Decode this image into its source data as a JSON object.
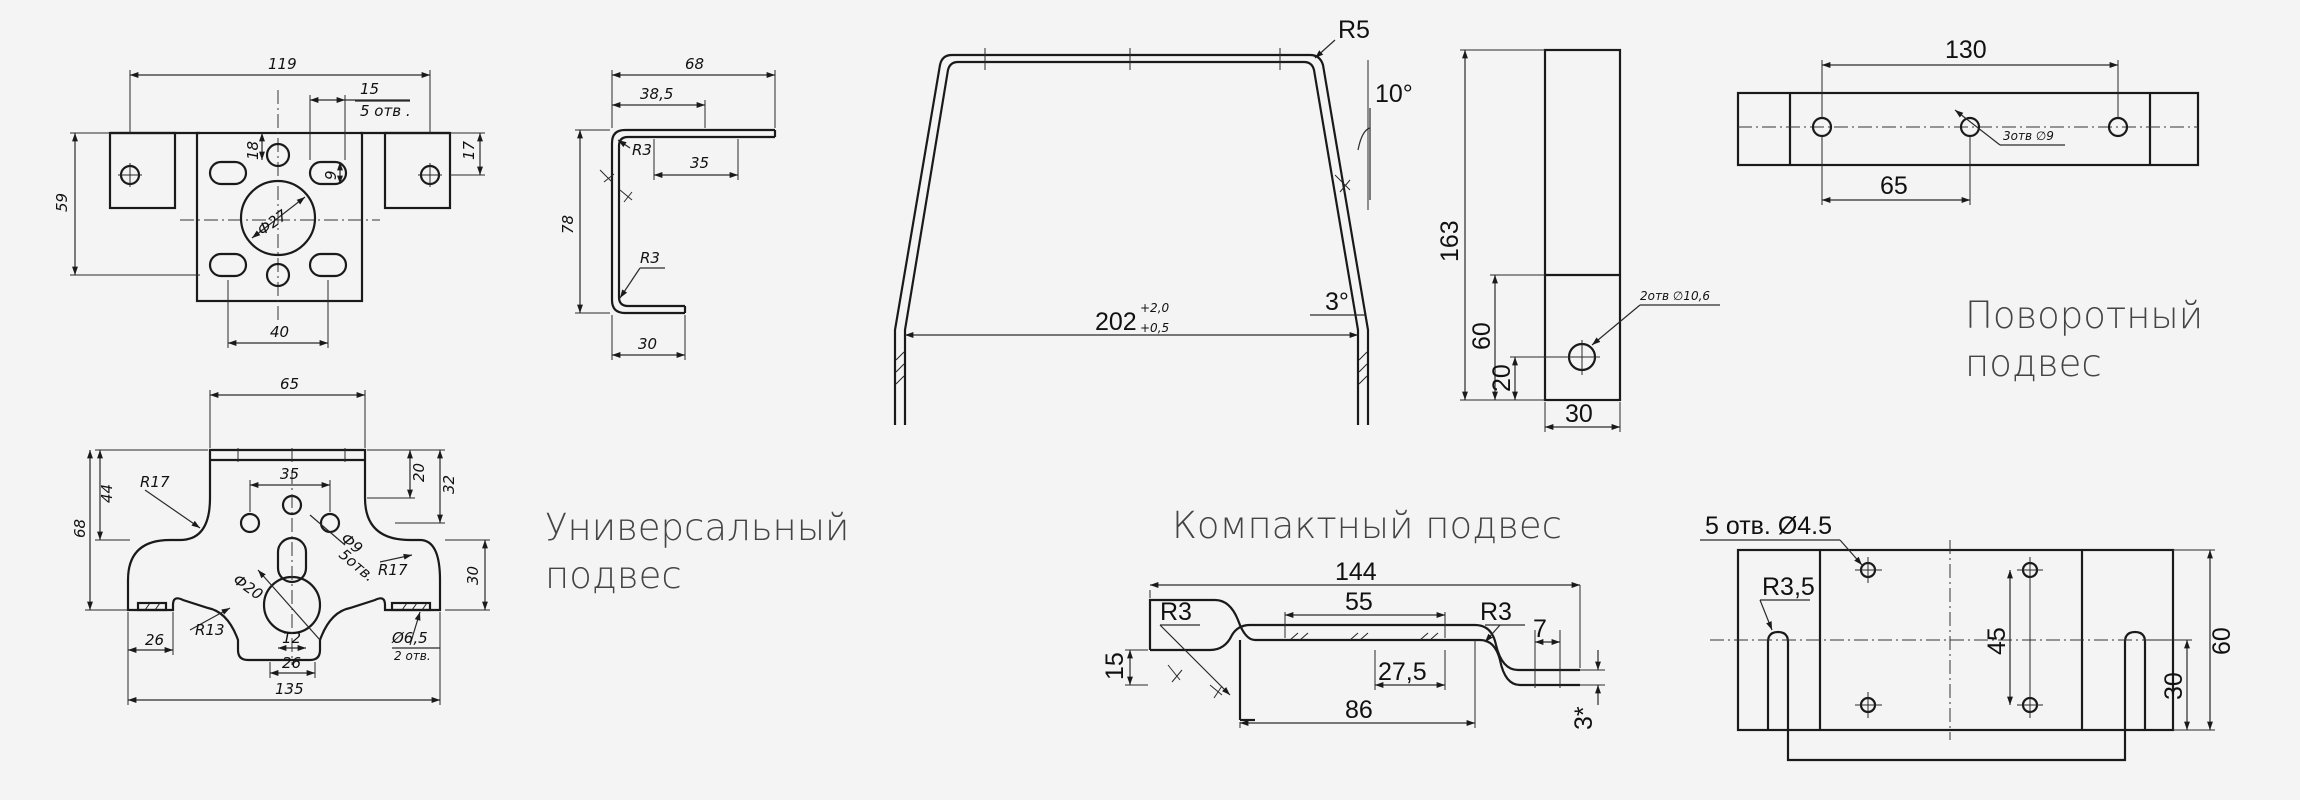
{
  "titles": {
    "universal": [
      "Универсальный",
      "подвес"
    ],
    "compact": "Компактный подвес",
    "rotary": [
      "Поворотный",
      "подвес"
    ]
  },
  "universal_front": {
    "d119": "119",
    "d15": "15",
    "d5otv": "5 отв .",
    "d59": "59",
    "d18": "18",
    "d9": "9",
    "d17": "17",
    "d27": "Ф27",
    "d40": "40"
  },
  "universal_side": {
    "d68": "68",
    "d38_5": "38,5",
    "d35": "35",
    "d78": "78",
    "r3a": "R3",
    "r3b": "R3",
    "d30": "30"
  },
  "universal_plan": {
    "d65": "65",
    "d35": "35",
    "d20": "20",
    "d32": "32",
    "d44": "44",
    "d68": "68",
    "r17a": "R17",
    "r17b": "R17",
    "d9": "Ф9",
    "d5otv": "5отв.",
    "d20d": "Ф20",
    "d30": "30",
    "r13": "R13",
    "d26a": "26",
    "d12": "12",
    "d26b": "26",
    "d6_5": "Ø6,5",
    "d2otv": "2 отв.",
    "d135": "135"
  },
  "compact_front": {
    "r5": "R5",
    "a10": "10°",
    "d202": "202",
    "tol_up": "+2,0",
    "tol_lo": "+0,5",
    "a3": "3°"
  },
  "compact_side": {
    "d163": "163",
    "d60": "60",
    "d20": "20",
    "d30": "30",
    "holes": "2отв ∅10,6"
  },
  "compact_bottom": {
    "d144": "144",
    "d55": "55",
    "r3a": "R3",
    "r3b": "R3",
    "d7": "7",
    "d15": "15",
    "d27_5": "27,5",
    "d86": "86",
    "d3": "3*"
  },
  "rotary_top": {
    "d130": "130",
    "holes": "3отв ∅9",
    "d65": "65"
  },
  "rotary_plan": {
    "holes": "5 отв. Ø4.5",
    "r3_5": "R3,5",
    "d45": "45",
    "d60": "60",
    "d30": "30"
  }
}
